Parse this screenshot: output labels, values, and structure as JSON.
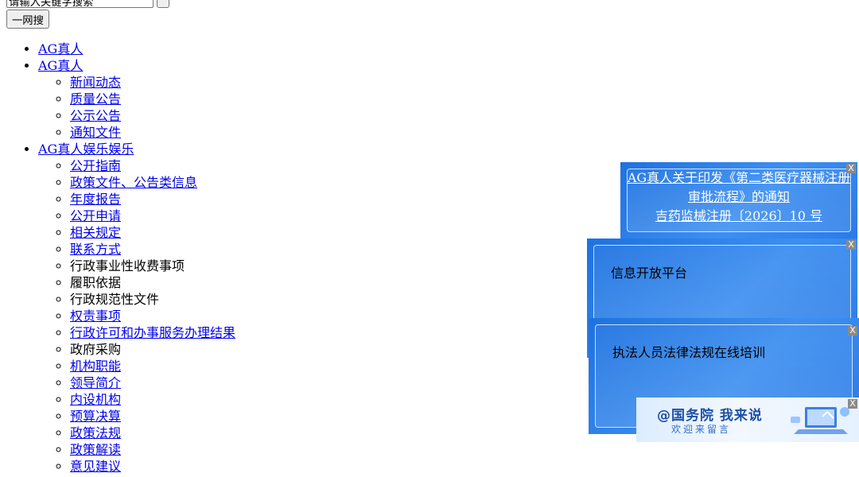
{
  "search": {
    "placeholder": "请输入关键字搜索",
    "button_label": "一网搜"
  },
  "nav": [
    {
      "label": "AG真人",
      "link": true,
      "children": []
    },
    {
      "label": "AG真人",
      "link": true,
      "children": [
        {
          "label": "新闻动态",
          "link": true
        },
        {
          "label": "质量公告",
          "link": true
        },
        {
          "label": "公示公告",
          "link": true
        },
        {
          "label": "通知文件",
          "link": true
        }
      ]
    },
    {
      "label": "AG真人娱乐娱乐",
      "link": true,
      "children": [
        {
          "label": "公开指南",
          "link": true
        },
        {
          "label": "政策文件、公告类信息",
          "link": true
        },
        {
          "label": "年度报告",
          "link": true
        },
        {
          "label": "公开申请",
          "link": true
        },
        {
          "label": "相关规定",
          "link": true
        },
        {
          "label": "联系方式",
          "link": true
        },
        {
          "label": "行政事业性收费事项",
          "link": false
        },
        {
          "label": "履职依据",
          "link": false
        },
        {
          "label": "行政规范性文件",
          "link": false
        },
        {
          "label": "权责事项",
          "link": true
        },
        {
          "label": "行政许可和办事服务办理结果",
          "link": true
        },
        {
          "label": "政府采购",
          "link": false
        },
        {
          "label": "机构职能",
          "link": true
        },
        {
          "label": "领导简介",
          "link": true
        },
        {
          "label": "内设机构",
          "link": true
        },
        {
          "label": "预算决算",
          "link": true
        },
        {
          "label": "政策法规",
          "link": true
        },
        {
          "label": "政策解读",
          "link": true
        },
        {
          "label": "意见建议",
          "link": true
        }
      ]
    }
  ],
  "floats": {
    "close_label": "X",
    "notice": {
      "line1": "AG真人关于印发《第二类医疗器械注册",
      "line2": "审批流程》的通知",
      "line3": "吉药监械注册〔2026〕10 号"
    },
    "info_platform": "信息开放平台",
    "training": "执法人员法律法规在线培训",
    "gov_banner": {
      "title": "@国务院 我来说",
      "subtitle": "欢迎来留言"
    }
  },
  "colors": {
    "link": "#0000ee",
    "panel_blue": "#2f82ea"
  }
}
